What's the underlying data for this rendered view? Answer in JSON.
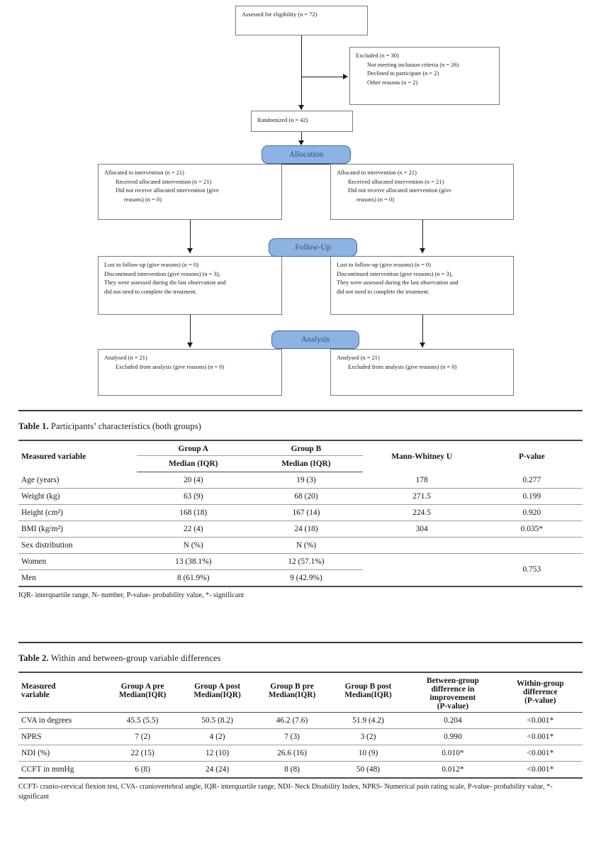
{
  "flowchart": {
    "boxes": {
      "assessed": {
        "lines": [
          "Assessed for eligibility (n = 72)"
        ]
      },
      "excluded": {
        "lines": [
          "Excluded  (n = 30)",
          "Not meeting inclusion criteria (n = 26)",
          "Declined to participate (n = 2)",
          "Other reasons (n = 2)"
        ]
      },
      "randomized": {
        "lines": [
          "Randomized (n = 42)"
        ]
      },
      "alloc_left": {
        "lines": [
          "Allocated to intervention (n = 21)",
          "Received allocated intervention (n = 21)",
          "Did not receive allocated intervention (give",
          "reasons) (n = 0)"
        ]
      },
      "alloc_right": {
        "lines": [
          "Allocated to intervention (n = 21)",
          "Received allocated intervention (n = 21)",
          "Did not receive allocated intervention (give",
          "reasons) (n = 0)"
        ]
      },
      "follow_left": {
        "lines": [
          "Lost to follow-up (give reasons) (n = 0)",
          "Discontinued intervention (give reasons) (n = 3),",
          "They were assessed during the last observation and",
          "did not need to complete the treatment."
        ]
      },
      "follow_right": {
        "lines": [
          "Lost to follow-up (give reasons) (n = 0)",
          "Discontinued intervention (give reasons) (n = 3),",
          "They were assessed during the last observation and",
          "did not need to complete the treatment."
        ]
      },
      "analysis_left": {
        "lines": [
          "Analysed  (n = 21)",
          "Excluded from analysis (give reasons) (n = 0)"
        ]
      },
      "analysis_right": {
        "lines": [
          "Analysed  (n = 21)",
          "Excluded from analysis (give reasons) (n = 0)"
        ]
      }
    },
    "banners": {
      "allocation": "Allocation",
      "followup": "Follow-Up",
      "analysis": "Analysis"
    },
    "colors": {
      "banner_fill": "#8db3e2",
      "banner_border": "#3f6ba8",
      "banner_text": "#2b4f86",
      "box_border": "#7a7a7a",
      "connector": "#1a1a1a"
    }
  },
  "table1": {
    "caption_label": "Table 1.",
    "caption_text": " Participants’ characteristics (both groups)",
    "headers": {
      "measured_variable": "Measured variable",
      "group_a": "Group A",
      "group_b": "Group B",
      "median_iqr_a": "Median (IQR)",
      "median_iqr_b": "Median (IQR)",
      "mann_whitney": "Mann-Whitney U",
      "p_value": "P-value"
    },
    "rows": [
      {
        "variable": "Age (years)",
        "group_a": "20 (4)",
        "group_b": "19 (3)",
        "mwu": "178",
        "p": "0.277"
      },
      {
        "variable": "Weight (kg)",
        "group_a": "63 (9)",
        "group_b": "68 (20)",
        "mwu": "271.5",
        "p": "0.199"
      },
      {
        "variable": "Height (cm²)",
        "group_a": "168 (18)",
        "group_b": "167 (14)",
        "mwu": "224.5",
        "p": "0.920"
      },
      {
        "variable": "BMI (kg/m²)",
        "group_a": "22 (4)",
        "group_b": "24 (18)",
        "mwu": "304",
        "p": "0.035*"
      },
      {
        "variable": "Sex distribution",
        "group_a": "N (%)",
        "group_b": "N (%)",
        "mwu": "",
        "p": ""
      },
      {
        "variable": "Women",
        "group_a": "13 (38.1%)",
        "group_b": "12 (57.1%)",
        "mwu": "",
        "p": "0.753"
      },
      {
        "variable": "Men",
        "group_a": "8 (61.9%)",
        "group_b": "9 (42.9%)",
        "mwu": "",
        "p": ""
      }
    ],
    "footnote": "IQR- interquartile range, N- number, P-value- probability value, *- significant"
  },
  "table2": {
    "caption_label": "Table 2.",
    "caption_text": " Within and between-group variable differences",
    "headers": {
      "measured_variable": [
        "Measured",
        "variable"
      ],
      "group_a_pre": [
        "Group A pre",
        "Median(IQR)"
      ],
      "group_a_post": [
        "Group A post",
        "Median(IQR)"
      ],
      "group_b_pre": [
        "Group B pre",
        "Median(IQR)"
      ],
      "group_b_post": [
        "Group B post",
        "Median(IQR)"
      ],
      "between_group": [
        "Between-group",
        "difference in",
        "improvement",
        "(P-value)"
      ],
      "within_group": [
        "Within-group",
        "difference",
        "(P-value)"
      ]
    },
    "rows": [
      {
        "variable": "CVA in degrees",
        "a_pre": "45.5 (5.5)",
        "a_post": "50.5 (8.2)",
        "b_pre": "46.2 (7.6)",
        "b_post": "51.9 (4.2)",
        "between": "0.204",
        "within": "<0.001*"
      },
      {
        "variable": "NPRS",
        "a_pre": "7 (2)",
        "a_post": "4 (2)",
        "b_pre": "7 (3)",
        "b_post": "3 (2)",
        "between": "0.990",
        "within": "<0.001*"
      },
      {
        "variable": "NDI (%)",
        "a_pre": "22 (15)",
        "a_post": "12 (10)",
        "b_pre": "26.6 (16)",
        "b_post": "10 (9)",
        "between": "0.010*",
        "within": "<0.001*"
      },
      {
        "variable": "CCFT in mmHg",
        "a_pre": "6 (8)",
        "a_post": "24 (24)",
        "b_pre": "8 (8)",
        "b_post": "50 (48)",
        "between": "0.012*",
        "within": "<0.001*"
      }
    ],
    "footnote": "CCFT- cranio-cervical flexion test, CVA- craniovertebral angle, IQR- interquartile range, NDI- Neck Disability Index, NPRS- Numerical pain rating scale, P-value- probability value, *- significant"
  }
}
